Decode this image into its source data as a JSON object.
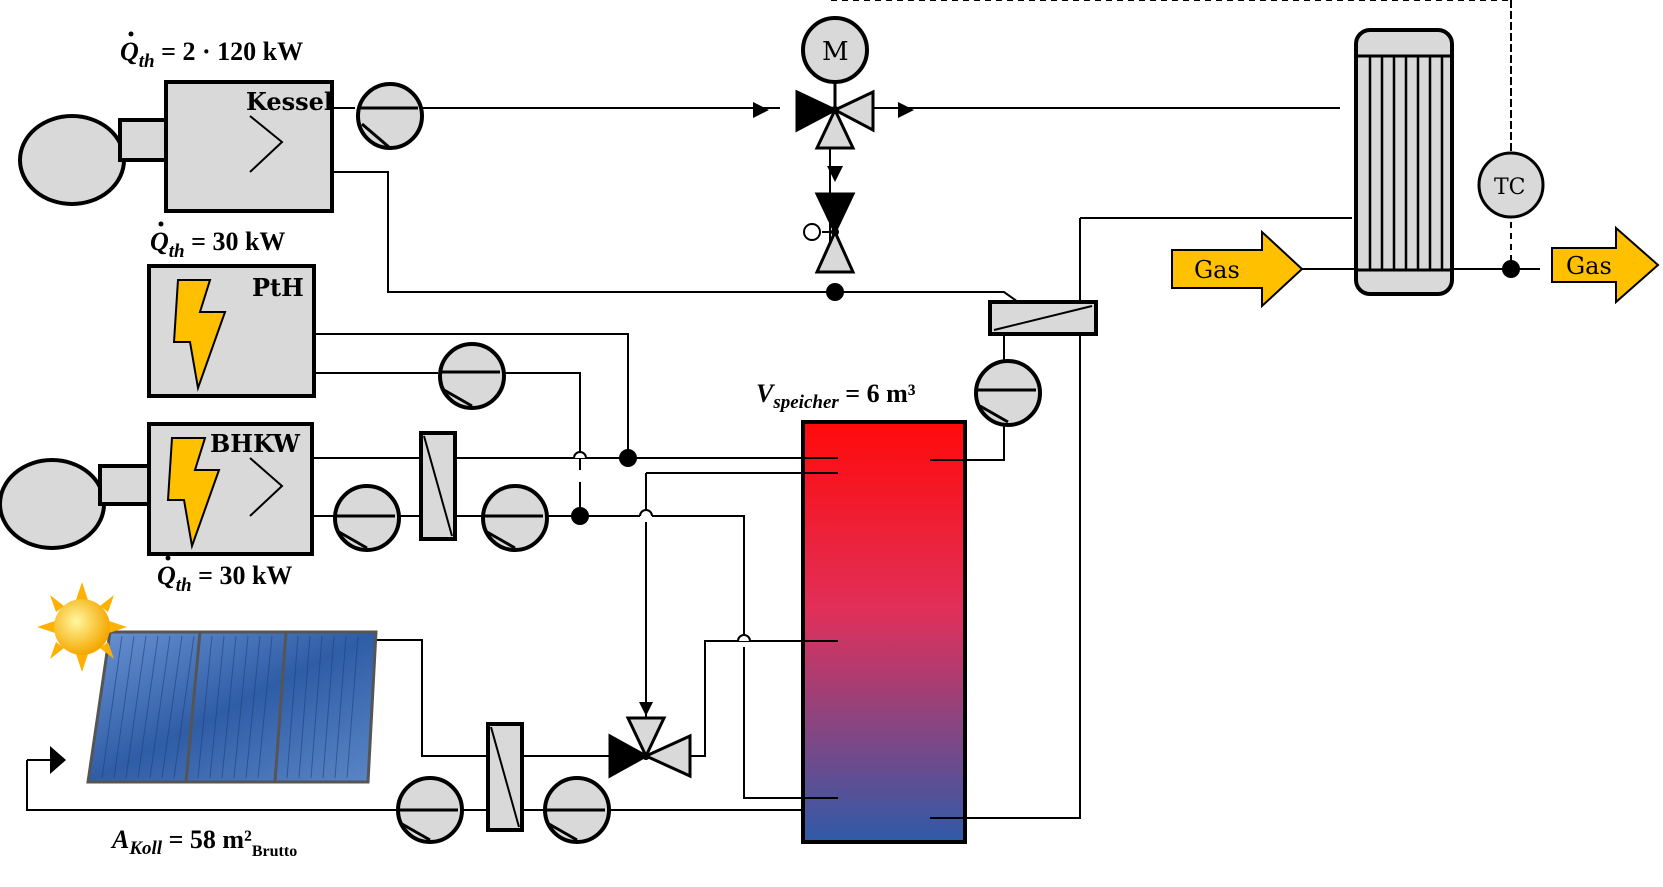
{
  "labels": {
    "kessel_power": "Q̇th = 2 · 120 kW",
    "kessel_power_sym": "Q",
    "kessel_power_sub": "th",
    "kessel_power_rest": " = 2 · 120 kW",
    "kessel": "Kessel",
    "pth_power_sym": "Q",
    "pth_power_sub": "th",
    "pth_power_rest": " = 30 kW",
    "pth": "PtH",
    "bhkw": "BHKW",
    "bhkw_power_sym": "Q",
    "bhkw_power_sub": "th",
    "bhkw_power_rest": " = 30 kW",
    "storage_sym": "V",
    "storage_sub": "speicher",
    "storage_rest": " = 6 m³",
    "collector_sym": "A",
    "collector_sub": "Koll",
    "collector_rest": " = 58 m²",
    "collector_sub2": "Brutto",
    "motor": "M",
    "tc": "TC",
    "gas_in": "Gas",
    "gas_out": "Gas"
  },
  "colors": {
    "equipment_fill": "#d9d9d9",
    "gas_arrow": "#ffc000",
    "storage_top": "#ff0000",
    "storage_bottom": "#2f58a8",
    "lightning": "#ffc000",
    "collector": "#3f6fb5",
    "sun": "#ffc000"
  },
  "icons": [
    "burner-icon",
    "lightning-icon",
    "sun-icon",
    "pump-icon",
    "valve-icon",
    "heat-exchanger-icon"
  ]
}
